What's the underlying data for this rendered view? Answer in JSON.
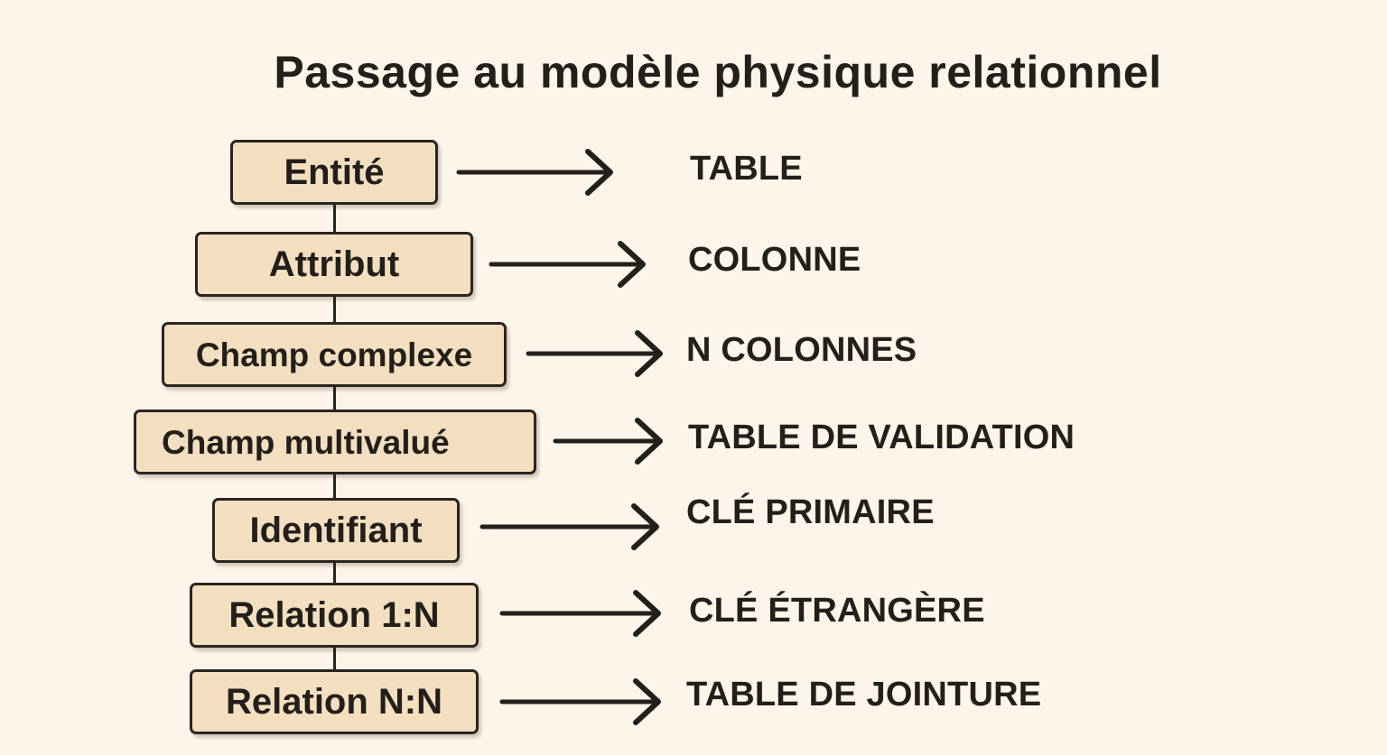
{
  "title": "Passage au modèle physique relationnel",
  "mappings": [
    {
      "source": "Entité",
      "target": "TABLE"
    },
    {
      "source": "Attribut",
      "target": "COLONNE"
    },
    {
      "source": "Champ complexe",
      "target": "N COLONNES"
    },
    {
      "source": "Champ multivalué",
      "target": "TABLE DE VALIDATION"
    },
    {
      "source": "Identifiant",
      "target": "CLÉ PRIMAIRE"
    },
    {
      "source": "Relation 1:N",
      "target": "CLÉ ÉTRANGÈRE"
    },
    {
      "source": "Relation N:N",
      "target": "TABLE DE JOINTURE"
    }
  ],
  "colors": {
    "background": "#fdf5e9",
    "box_fill": "#f3dfbf",
    "ink": "#231f1b"
  }
}
